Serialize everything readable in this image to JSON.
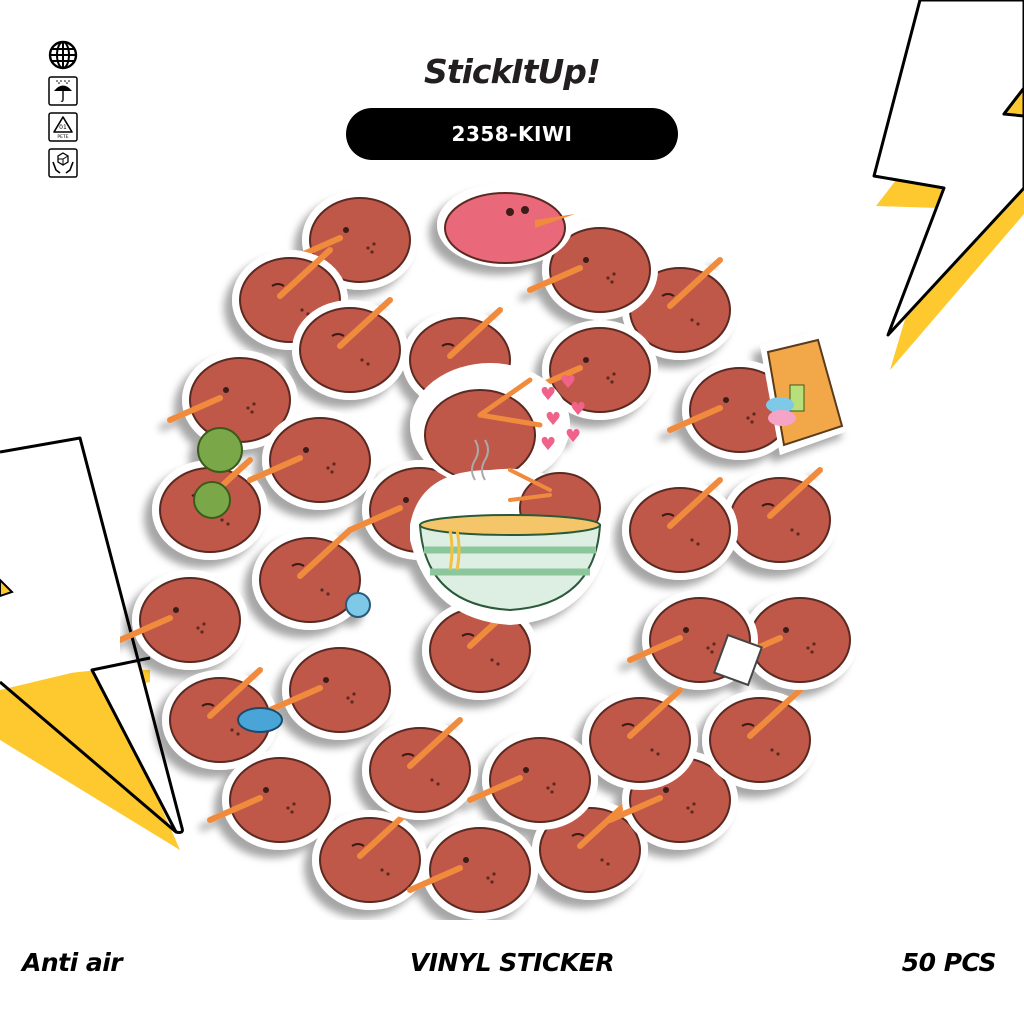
{
  "brand": {
    "name": "StickItUp!"
  },
  "product": {
    "sku_label": "2358-KIWI",
    "theme": "kiwi bird stickers"
  },
  "side_icons": [
    {
      "icon": "globe-icon"
    },
    {
      "icon": "umbrella-rain-icon"
    },
    {
      "icon": "recycle-pete-01-icon",
      "code": "01",
      "material": "PETE"
    },
    {
      "icon": "handle-with-care-icon"
    }
  ],
  "footer": {
    "left": "Anti air",
    "center": "VINYL STICKER",
    "right": "50 PCS"
  },
  "colors": {
    "accent_yellow": "#fdc92f",
    "outline_black": "#000000",
    "kiwi_body": "#c0594a",
    "kiwi_pink": "#e9677a",
    "beak_orange": "#f08a3c",
    "pill_bg": "#000000",
    "pill_text": "#ffffff"
  }
}
